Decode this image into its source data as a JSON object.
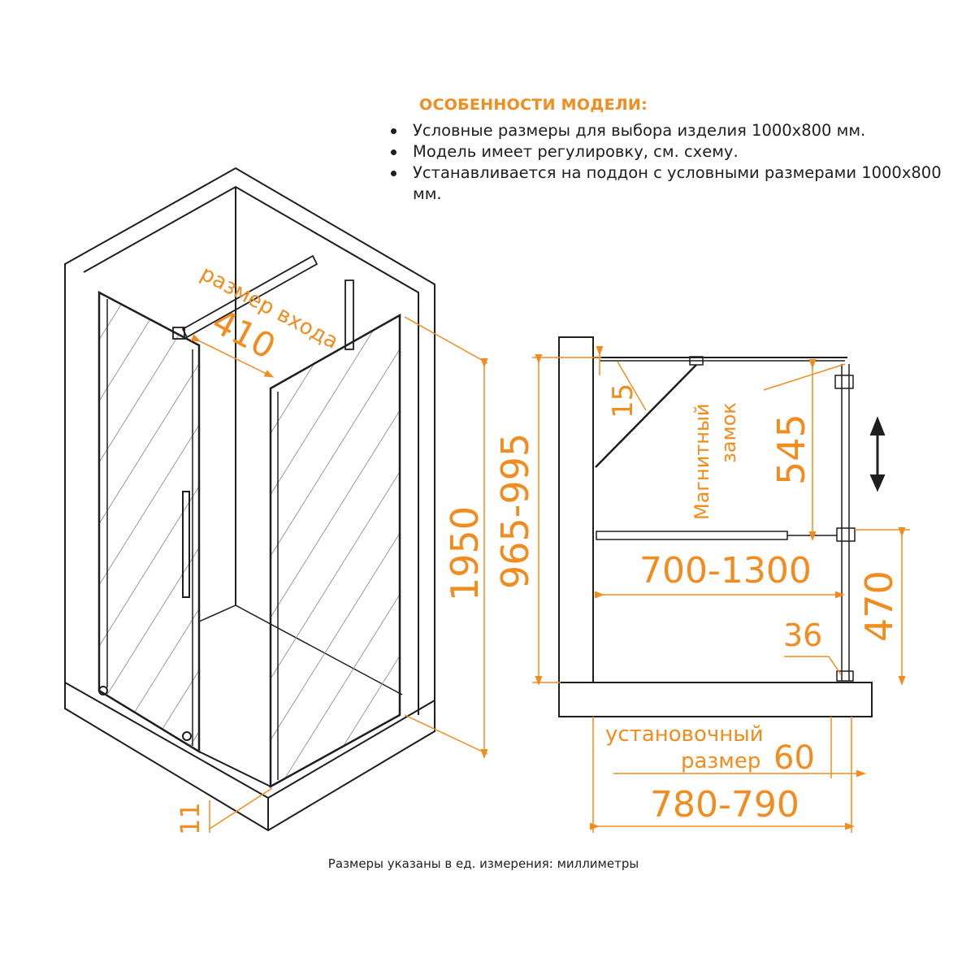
{
  "features": {
    "title": "ОСОБЕННОСТИ МОДЕЛИ:",
    "items": [
      "Условные размеры для выбора изделия 1000х800 мм.",
      "Модель имеет регулировку,  см.  схему.",
      "Устанавливается на поддон с условными размерами 1000х800 мм."
    ]
  },
  "iso_view": {
    "entry_label": "размер входа",
    "entry_width": "410",
    "height": "1950",
    "bottom_gap": "11"
  },
  "plan_view": {
    "side_height": "965-995",
    "top_offset": "15",
    "magnet_label_line1": "Магнитный",
    "magnet_label_line2": "замок",
    "upper_height": "545",
    "bar_width": "700-1300",
    "lower_height": "470",
    "gap": "36",
    "install_label_line1": "установочный",
    "install_label_line2": "размер",
    "install_value": "60",
    "total_width": "780-790"
  },
  "footer": {
    "units_note": "Размеры указаны в ед. измерения: миллиметры"
  },
  "colors": {
    "accent": "#f28c1e",
    "line": "#1e1e1e"
  }
}
